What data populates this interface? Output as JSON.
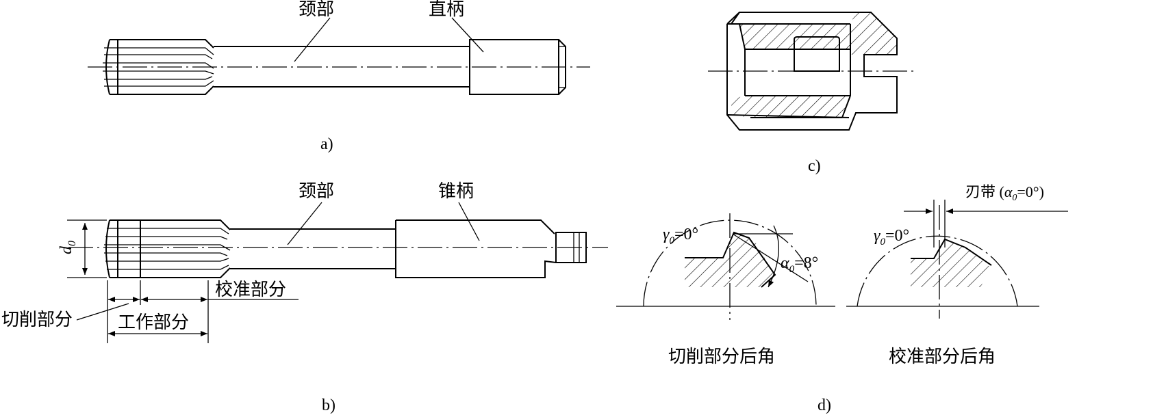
{
  "labels": {
    "a_neck": "颈部",
    "a_straight_shank": "直柄",
    "b_neck": "颈部",
    "b_taper_shank": "锥柄",
    "b_d0_main": "d",
    "b_d0_sub": "0",
    "b_calibrating": "校准部分",
    "b_cutting": "切削部分",
    "b_working": "工作部分",
    "d_gamma_sym": "γ",
    "d_gamma_sub": "0",
    "d_gamma_val": "=0°",
    "d_alpha_sym": "α",
    "d_alpha_sub": "0",
    "d_alpha_val": "=8°",
    "d_land_prefix": "刃带 (",
    "d_land_suffix": "=0°)",
    "d_cutting_clearance": "切削部分后角",
    "d_calibrating_clearance": "校准部分后角"
  },
  "captions": {
    "a": "a)",
    "b": "b)",
    "c": "c)",
    "d": "d)"
  }
}
